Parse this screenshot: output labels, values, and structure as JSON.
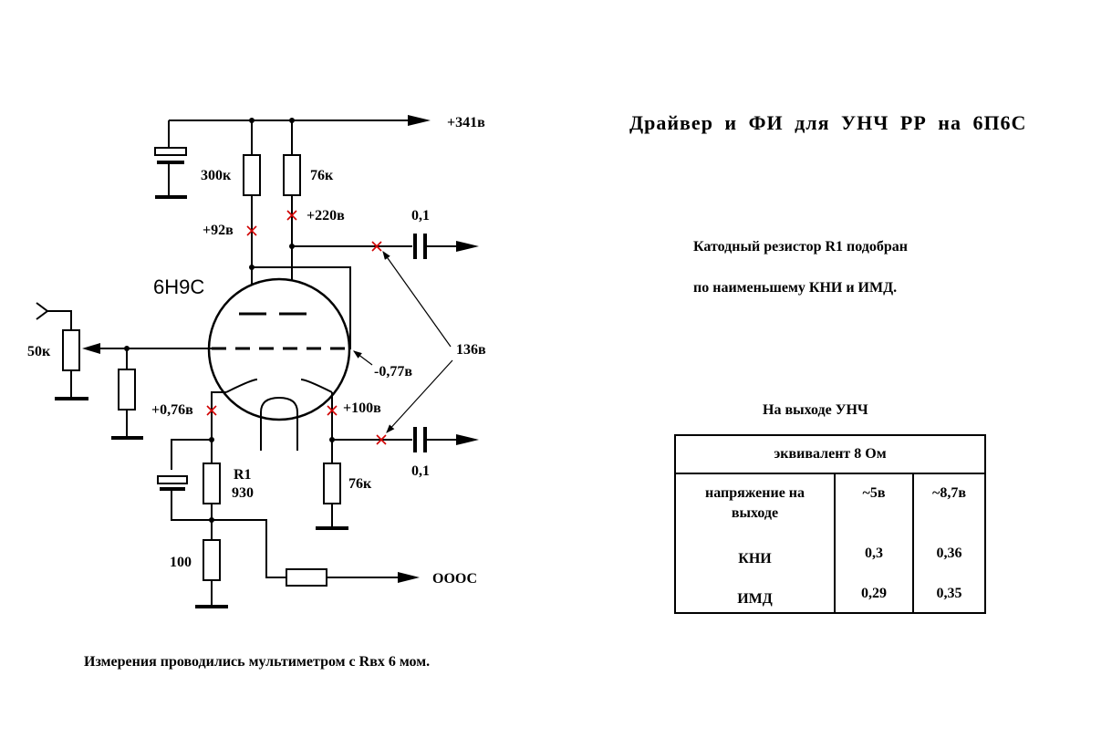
{
  "title": "Драйвер и ФИ для УНЧ РР на 6П6С",
  "notes": {
    "line1": "Катодный резистор R1 подобран",
    "line2": "по наименьшему КНИ и ИМД."
  },
  "footer": "Измерения проводились мультиметром с Rвх  6 мом.",
  "table": {
    "caption": "На выходе УНЧ",
    "header": "эквивалент  8 Ом",
    "rows": [
      {
        "label": "напряжение на выходе",
        "a": "~5в",
        "b": "~8,7в"
      },
      {
        "label": "КНИ",
        "a": "0,3",
        "b": "0,36"
      },
      {
        "label": "ИМД",
        "a": "0,29",
        "b": "0,35"
      }
    ]
  },
  "schematic": {
    "supply": "+341в",
    "tube": "6Н9С",
    "r_plate1": "300к",
    "r_plate2": "76к",
    "v_plate1": "+92в",
    "v_plate2": "+220в",
    "c_out_top": "0,1",
    "c_out_bottom": "0,1",
    "pot": "50к",
    "v_grid": "-0,77в",
    "v_point": "136в",
    "v_cathode1": "+0,76в",
    "v_cathode2": "+100в",
    "r1_name": "R1",
    "r1_value": "930",
    "r_cathode2": "76к",
    "r_bottom": "100",
    "feedback": "ОООС"
  }
}
